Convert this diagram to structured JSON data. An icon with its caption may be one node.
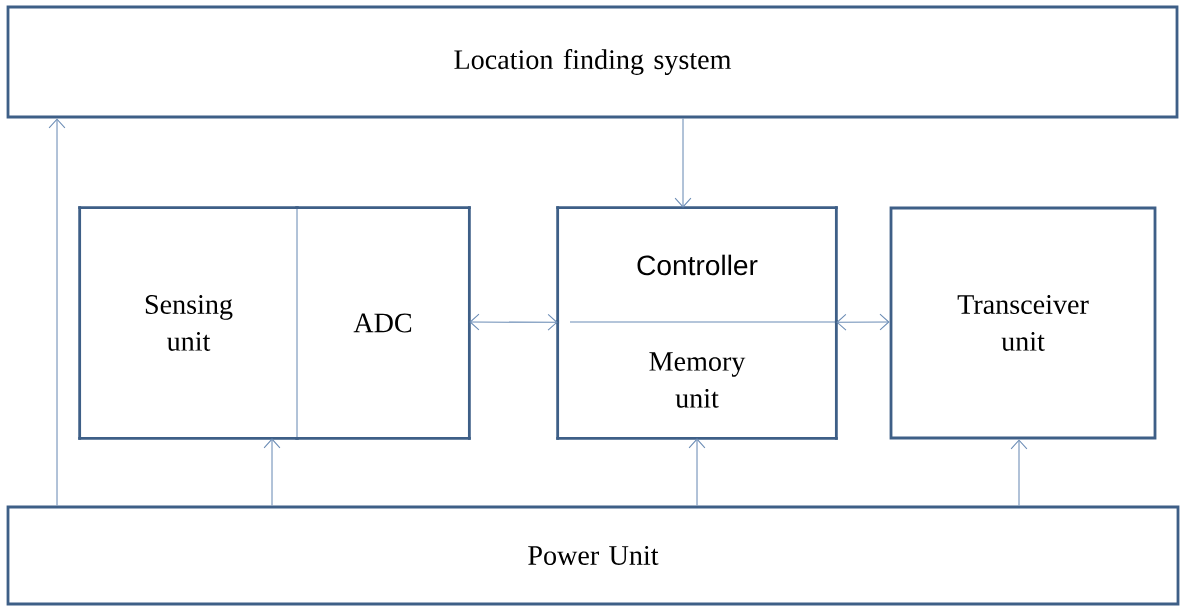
{
  "diagram": {
    "nodes": [
      {
        "text": [
          "Location finding system"
        ]
      },
      {
        "text": [
          "Sensing unit"
        ]
      },
      {
        "text": [
          "ADC"
        ]
      },
      {
        "text": [
          "Controller"
        ]
      },
      {
        "text": [
          "Memory unit"
        ]
      },
      {
        "text": [
          "Transceiver unit"
        ]
      },
      {
        "text": [
          "Power Unit"
        ]
      }
    ],
    "edges": [
      {
        "from": 6,
        "to": 0,
        "arrow": "to"
      },
      {
        "from": 6,
        "to": 1,
        "arrow": "to"
      },
      {
        "from": 6,
        "to": 4,
        "arrow": "to"
      },
      {
        "from": 6,
        "to": 5,
        "arrow": "to"
      },
      {
        "from": 0,
        "to": 3,
        "arrow": "to"
      },
      {
        "from": 2,
        "to": 3,
        "arrow": "both"
      },
      {
        "from": 3,
        "to": 5,
        "arrow": "both"
      }
    ]
  }
}
